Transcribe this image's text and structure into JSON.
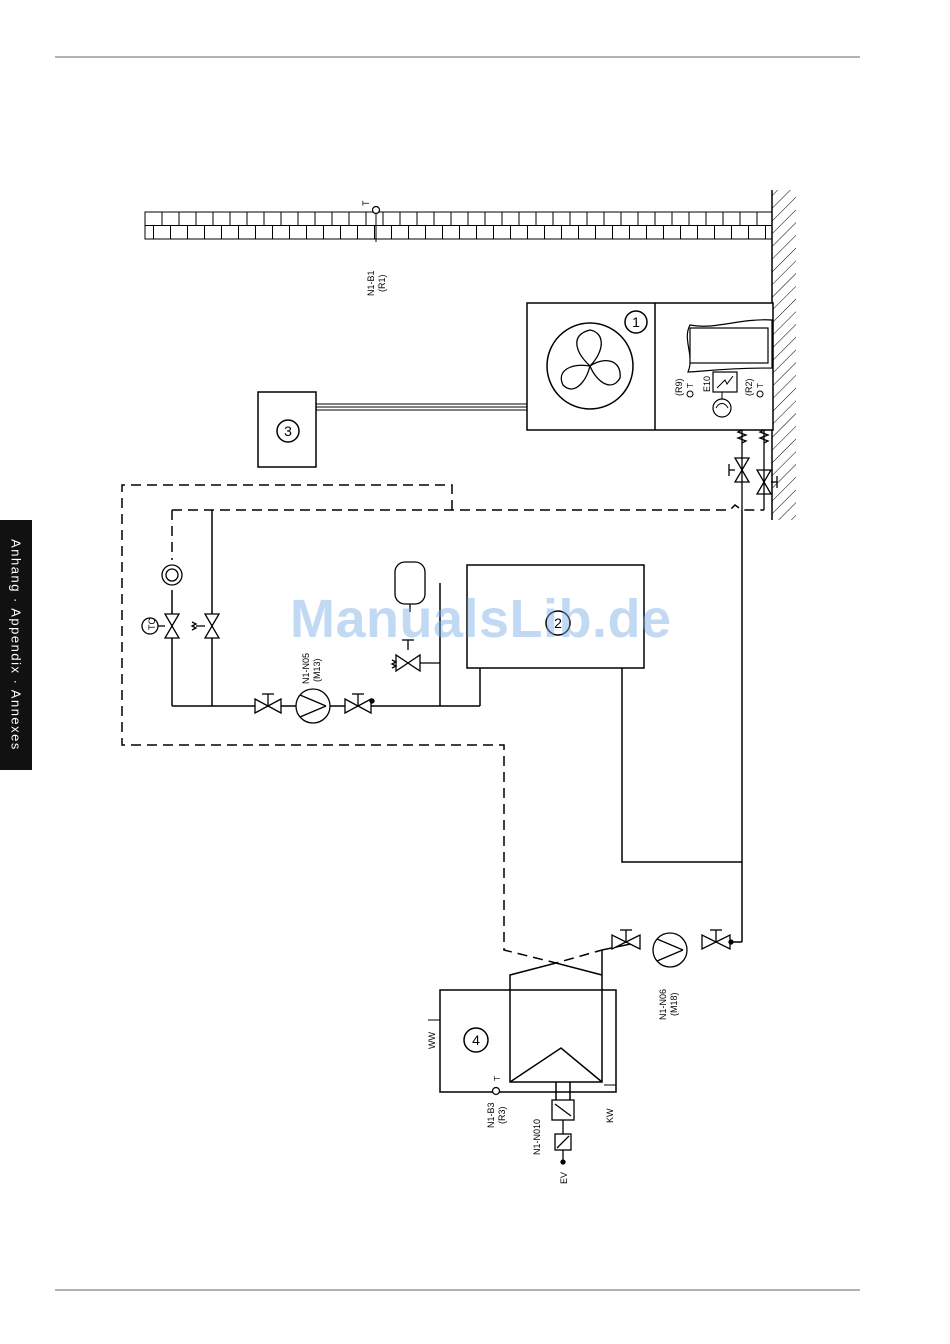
{
  "sidebar": {
    "tab_text": "Anhang · Appendix · Annexes"
  },
  "watermark": {
    "text": "ManualsLib.de"
  },
  "components": {
    "c1": "1",
    "c2": "2",
    "c3": "3",
    "c4": "4"
  },
  "labels": {
    "t": "T",
    "n1_b1": "N1-B1",
    "r1": "(R1)",
    "r9": "(R9)",
    "e10": "E10",
    "r2": "(R2)",
    "n1_n05": "N1-N05",
    "m13": "(M13)",
    "tc": "TC",
    "n1_n06": "N1-N06",
    "m18": "(M18)",
    "ww": "WW",
    "n1_b3": "N1-B3",
    "r3": "(R3)",
    "n1_n010": "N1-N010",
    "ev": "EV",
    "kw": "KW"
  },
  "colors": {
    "line": "#000000",
    "rule": "#9a9a9a",
    "tab": "#111111",
    "watermark": "#78aae6"
  }
}
